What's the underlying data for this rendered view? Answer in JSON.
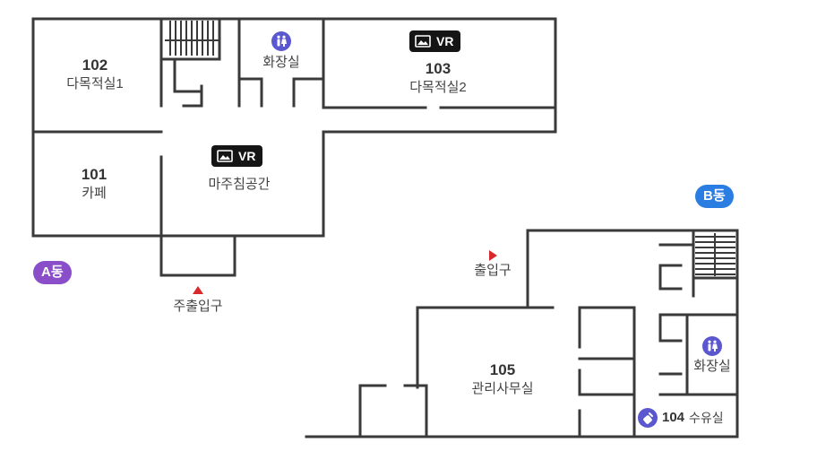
{
  "wings": {
    "a": {
      "label": "A동",
      "color": "#8a4fc8"
    },
    "b": {
      "label": "B동",
      "color": "#2a7de1"
    }
  },
  "rooms": {
    "r102": {
      "number": "102",
      "name": "다목적실1"
    },
    "r103": {
      "number": "103",
      "name": "다목적실2",
      "badge": "VR"
    },
    "r101": {
      "number": "101",
      "name": "카페"
    },
    "lounge": {
      "name": "마주침공간",
      "badge": "VR"
    },
    "wc_a": {
      "name": "화장실"
    },
    "r105": {
      "number": "105",
      "name": "관리사무실"
    },
    "wc_b": {
      "name": "화장실"
    },
    "r104": {
      "number": "104",
      "name": "수유실"
    }
  },
  "entrances": {
    "main": {
      "label": "주출입구"
    },
    "b": {
      "label": "출입구"
    }
  },
  "colors": {
    "wall": "#3a3a3a",
    "badge_bg": "#151515",
    "restroom_icon": "#5b57cf",
    "nursing_icon": "#5b57cf",
    "entrance_marker": "#d8282b"
  },
  "icons": {
    "vr": "image-icon",
    "restroom": "restroom-icon",
    "nursing": "baby-bottle-icon",
    "entrance": "triangle-marker-icon"
  }
}
